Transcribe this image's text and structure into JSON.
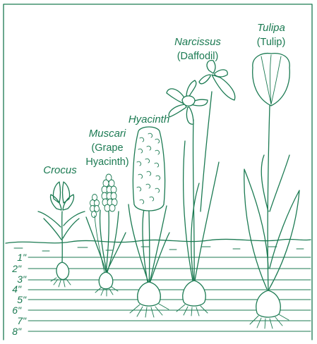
{
  "plants": [
    {
      "id": "crocus",
      "name": "Crocus",
      "common": []
    },
    {
      "id": "muscari",
      "name": "Muscari",
      "common": [
        "(Grape",
        "Hyacinth)"
      ]
    },
    {
      "id": "hyacinth",
      "name": "Hyacinth",
      "common": []
    },
    {
      "id": "narcissus",
      "name": "Narcissus",
      "common": [
        "(Daffodil)"
      ]
    },
    {
      "id": "tulipa",
      "name": "Tulipa",
      "common": [
        "(Tulip)"
      ]
    }
  ],
  "depth_labels": [
    "1\"",
    "2\"",
    "3\"",
    "4\"",
    "5\"",
    "6\"",
    "7\"",
    "8\""
  ],
  "colors": {
    "ink": "#1b7a52",
    "background": "#ffffff"
  }
}
